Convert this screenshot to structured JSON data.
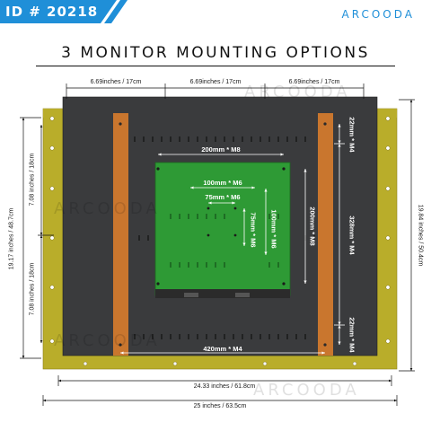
{
  "header": {
    "id_label": "ID # 20218",
    "brand": "ARCOODA",
    "title": "3 MONITOR MOUNTING OPTIONS"
  },
  "watermark": "ARCOODA",
  "dimensions": {
    "top_segment_1": "6.69inches / 17cm",
    "top_segment_2": "6.69inches / 17cm",
    "top_segment_3": "6.69inches / 17cm",
    "left_outer": "19.17 inches / 48.7cm",
    "left_upper": "7.08 inches / 18cm",
    "left_lower": "7.08 inches / 18cm",
    "right_outer": "19.84 inches / 50.4cm",
    "right_top": "22mm * M4",
    "right_middle": "328mm * M4",
    "right_bottom": "22mm * M4",
    "bottom_inner": "420mm * M4",
    "bottom_frame": "24.33 inches / 61.8cm",
    "bottom_overall": "25 inches / 63.5cm"
  },
  "vesa": {
    "mount_200_h": "200mm * M8",
    "mount_200_v": "200mm * M8",
    "mount_100_h": "100mm * M6",
    "mount_100_v": "100mm * M6",
    "mount_75_h": "75mm * M6",
    "mount_75_v": "75mm * M6"
  },
  "colors": {
    "banner": "#1f8fd8",
    "frame_yellow": "#b9ad2a",
    "panel_dark": "#3a3b3d",
    "rail_orange": "#c9762e",
    "board_green": "#2e9a35"
  }
}
